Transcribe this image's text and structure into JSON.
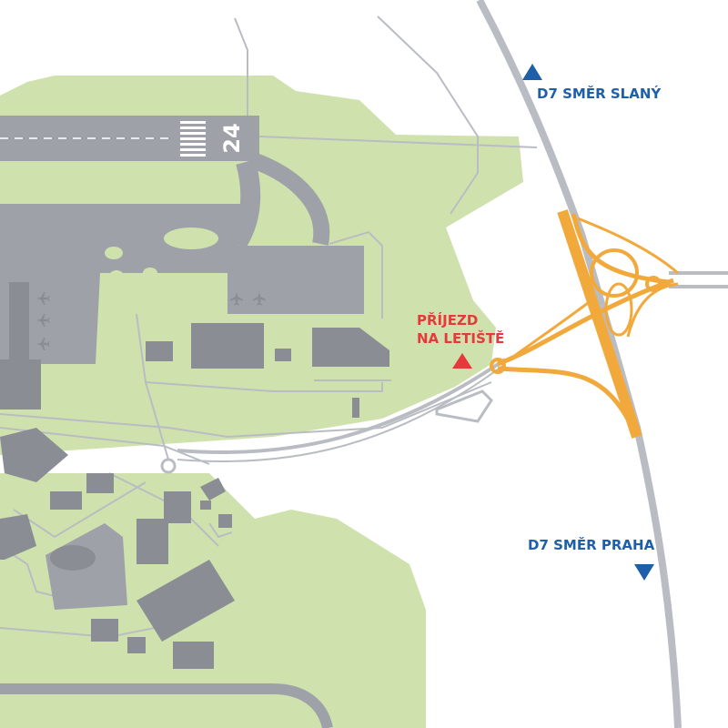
{
  "map": {
    "runway_number": "24",
    "labels": {
      "north": "D7 SMĚR SLANÝ",
      "south": "D7 SMĚR PRAHA",
      "entrance_line1": "PŘÍJEZD",
      "entrance_line2": "NA LETIŠTĚ"
    },
    "icons": {
      "north_marker": "triangle-up",
      "south_marker": "triangle-down",
      "entrance_marker": "triangle-up",
      "aircraft": "airplane"
    },
    "colors": {
      "background": "#ffffff",
      "land": "#cfe2ad",
      "airfield": "#9ea2a8",
      "building": "#8a8e94",
      "road": "#b9bdc3",
      "interchange": "#f2a93b",
      "highway_label": "#1f5fa8",
      "entrance_label": "#e6393b"
    }
  }
}
